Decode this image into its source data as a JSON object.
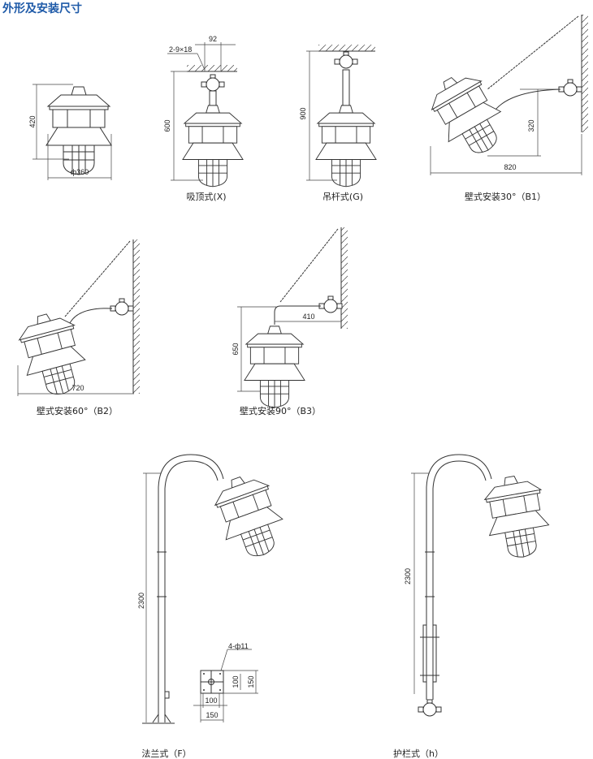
{
  "title": "外形及安装尺寸",
  "colors": {
    "title": "#1e5aa8",
    "line": "#333333"
  },
  "figures": {
    "x": {
      "caption": "吸顶式(X)",
      "height": "600",
      "hole_spec": "2-9×18",
      "hole_spacing": "92"
    },
    "base": {
      "height": "420",
      "diameter": "ф360"
    },
    "g": {
      "caption": "吊杆式(G)",
      "height": "900"
    },
    "b1": {
      "caption": "壁式安装30°（B1）",
      "height": "320",
      "reach": "820"
    },
    "b2": {
      "caption": "壁式安装60°（B2）",
      "reach": "720"
    },
    "b3": {
      "caption": "壁式安装90°（B3）",
      "height": "650",
      "reach": "410"
    },
    "f": {
      "caption": "法兰式（F）",
      "height": "2300",
      "hole_spec": "4-ф11",
      "inner_v": "100",
      "outer_v": "150",
      "inner_h": "100",
      "outer_h": "150"
    },
    "h": {
      "caption": "护栏式（h）",
      "height": "2300"
    }
  }
}
